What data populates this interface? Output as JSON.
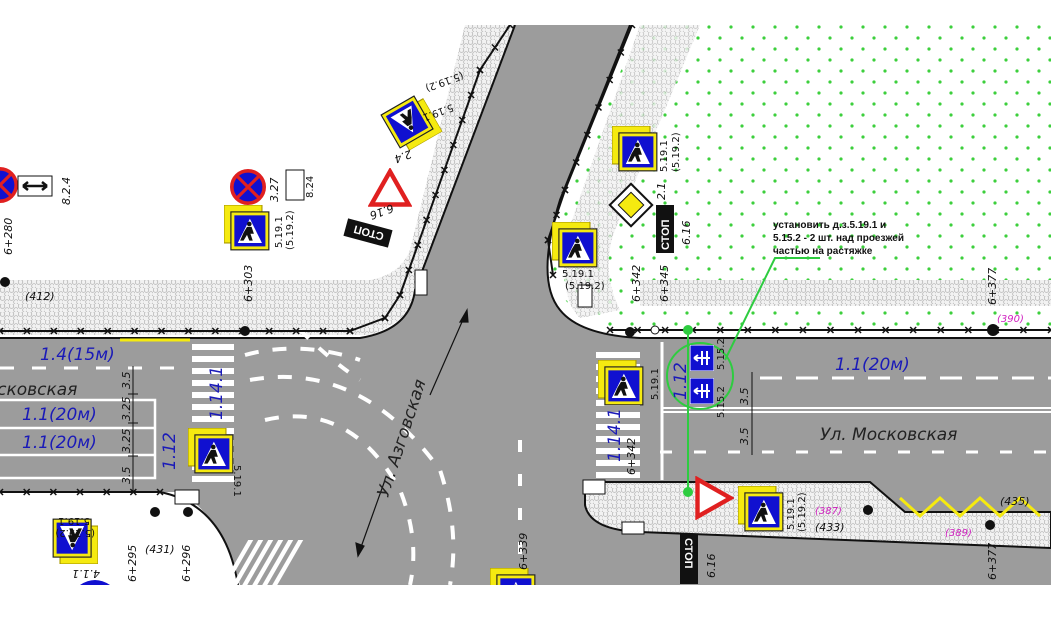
{
  "streets": {
    "main": "Ул. Московская",
    "main_left": "Ул. Московская",
    "side": "Ул. Азговская"
  },
  "markings": {
    "m_1_4_left": "1.4(15м)",
    "m_1_1_left_a": "1.1(20м)",
    "m_1_1_left_b": "1.1(20м)",
    "m_1_1_right": "1.1(20м)",
    "m_1_14_1_left": "1.14.1",
    "m_1_14_1_right": "1.14.1",
    "m_1_12_left": "1.12",
    "m_1_12_right": "1.12"
  },
  "dimensions": {
    "left": [
      "3.5",
      "3.25",
      "3.25",
      "3.5"
    ],
    "right": [
      "3.5",
      "3.5"
    ]
  },
  "chainage": {
    "c6280": "6+280",
    "c6303": "6+303",
    "c6342a": "6+342",
    "c6345": "6+345",
    "c6377a": "6+377",
    "c6377b": "6+377",
    "c6295": "6+295",
    "c6296": "6+296",
    "c6339": "6+339",
    "c6342b": "6+342"
  },
  "refs": {
    "r412": "(412)",
    "r431": "(431)",
    "r433": "(433)",
    "r435": "(435)",
    "r390": "(390)",
    "r387": "(387)",
    "r389": "(389)"
  },
  "sign_codes": {
    "s824a": "8.2.4",
    "s327": "3.27",
    "s824b": "8.24",
    "s5191_a": "5.19.1",
    "s5192_a": "(5.19.2)",
    "s5191_b": "5.19.1",
    "s5192_b": "(5.19.2)",
    "s5191_c": "5.19.1",
    "s5192_c": "(5.19.2)",
    "s5191_d": "5.19.1",
    "s5192_d": "(5.19.2)",
    "s5191_e": "5.19.1",
    "s5191_f": "5.19.1",
    "s5191_g": "5.19.1",
    "s5192_g": "(5.19.2)",
    "s5191_h": "5.19.1",
    "s5192_h": "(5.19.2)",
    "s24": "2.4",
    "s21": "2.1",
    "s616a": "6.16",
    "s616b": "6.16",
    "s616c": "6.16",
    "s5152a": "5.15.2",
    "s5152b": "5.15.2",
    "s411": "4.1.1",
    "stop_plate": "СТОП"
  },
  "annotation": {
    "line1": "установить д.з.5.19.1 и",
    "line2": "5.15.2 - 2 шт. над проезжей",
    "line3": "частью на растяжке"
  },
  "colors": {
    "road": "#9c9c9c",
    "green_dot": "#2ecc40",
    "marking_text": "#1a1ab8",
    "magenta": "#d020c0",
    "sign_blue": "#1010d0",
    "sign_yellow": "#f5ea10",
    "sign_red": "#e02020"
  }
}
